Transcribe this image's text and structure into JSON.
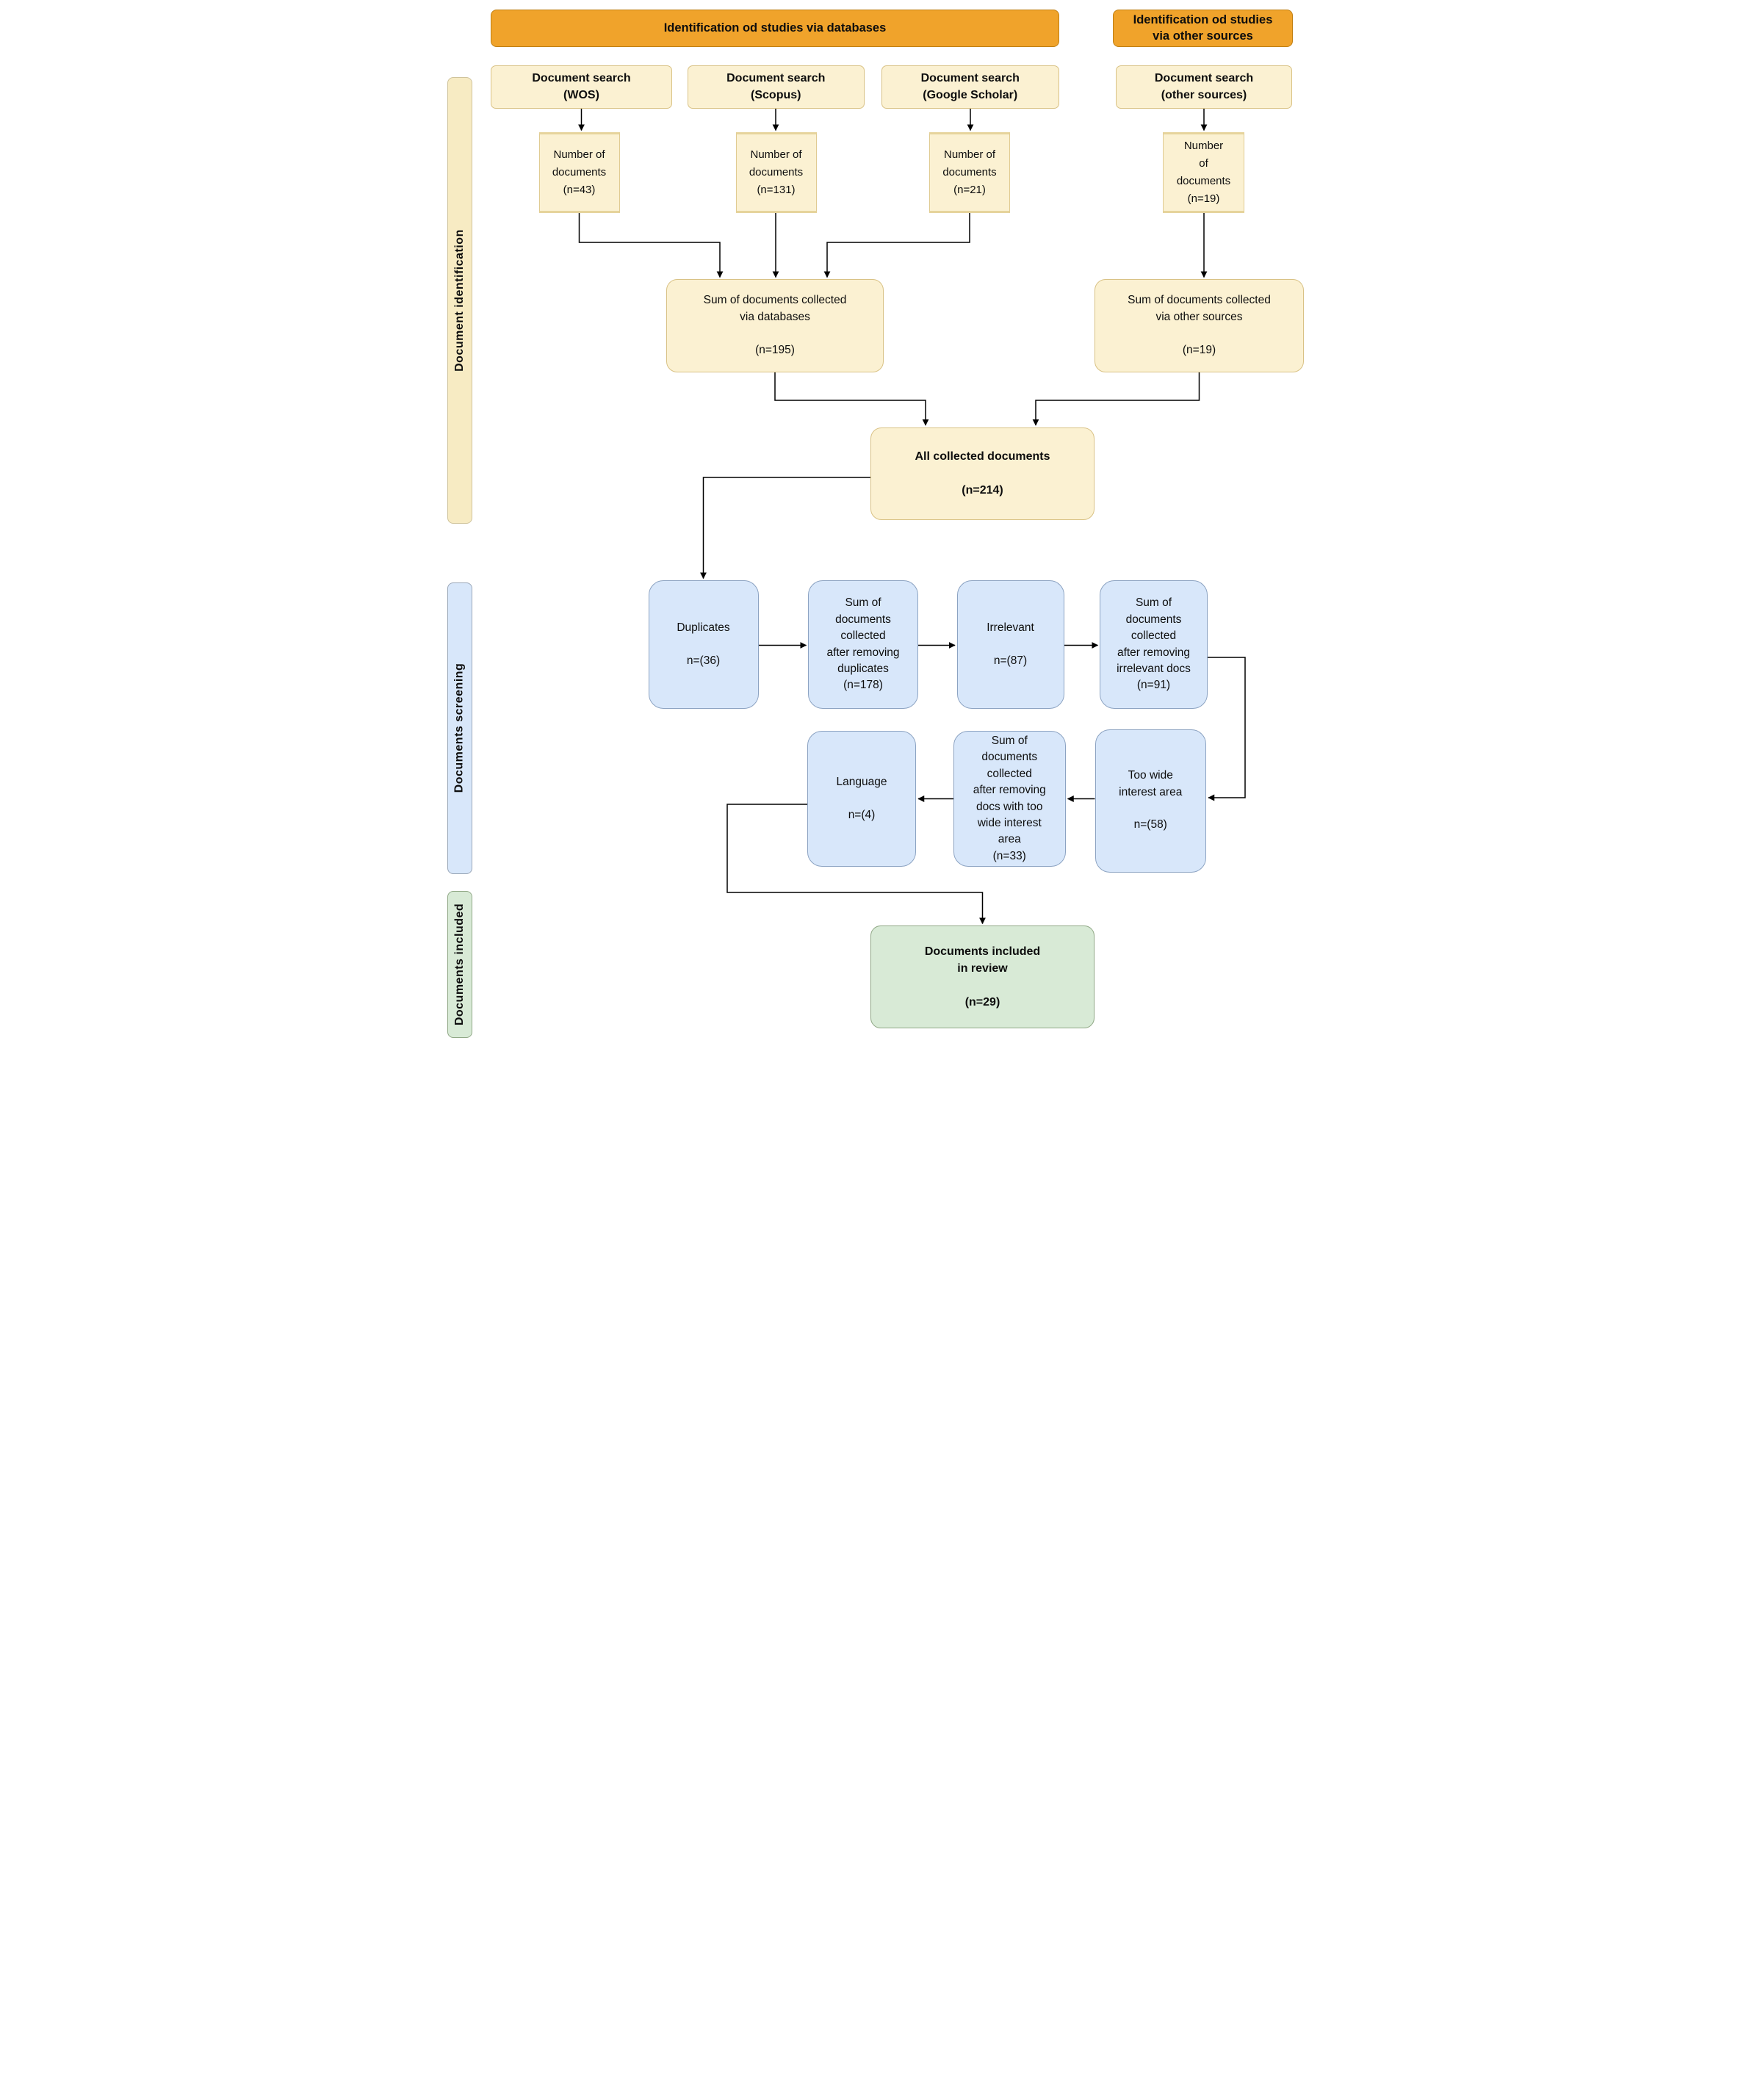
{
  "diagram_type": "flowchart",
  "colors": {
    "header_orange": "#F0A32B",
    "identification_cream": "#FBF1D2",
    "screening_blue": "#D8E7FA",
    "included_green": "#D8EAD6",
    "connector_black": "#000000"
  },
  "nodes": {
    "hdr_db": {
      "lines": [
        "Identification od studies via databases"
      ]
    },
    "hdr_os": {
      "lines": [
        "Identification od studies",
        "via other sources"
      ]
    },
    "ds_wos": {
      "lines": [
        "Document search",
        "(WOS)"
      ]
    },
    "ds_scopus": {
      "lines": [
        "Document search",
        "(Scopus)"
      ]
    },
    "ds_gs": {
      "lines": [
        "Document search",
        "(Google Scholar)"
      ]
    },
    "ds_os": {
      "lines": [
        "Document search",
        "(other sources)"
      ]
    },
    "nb_wos": {
      "lines": [
        "Number of",
        "documents",
        "(n=43)"
      ]
    },
    "nb_scopus": {
      "lines": [
        "Number of",
        "documents",
        "(n=131)"
      ]
    },
    "nb_gs": {
      "lines": [
        "Number of",
        "documents",
        "(n=21)"
      ]
    },
    "nb_os": {
      "lines": [
        "Number",
        "of",
        "documents",
        "(n=19)"
      ]
    },
    "sum_db": {
      "lines": [
        "Sum of documents collected",
        "via databases",
        "",
        "(n=195)"
      ]
    },
    "sum_os": {
      "lines": [
        "Sum of documents collected",
        "via other sources",
        "",
        "(n=19)"
      ]
    },
    "all_collected": {
      "lines": [
        "All collected documents",
        "",
        "(n=214)"
      ]
    },
    "duplicates": {
      "lines": [
        "Duplicates",
        "",
        "n=(36)"
      ]
    },
    "sum_dup": {
      "lines": [
        "Sum of",
        "documents",
        "collected",
        "after removing",
        "duplicates",
        "(n=178)"
      ]
    },
    "irrelevant": {
      "lines": [
        "Irrelevant",
        "",
        "n=(87)"
      ]
    },
    "sum_irr": {
      "lines": [
        "Sum of",
        "documents",
        "collected",
        "after removing",
        "irrelevant docs",
        "(n=91)"
      ]
    },
    "language": {
      "lines": [
        "Language",
        "",
        "n=(4)"
      ]
    },
    "sum_wide": {
      "lines": [
        "Sum of",
        "documents",
        "collected",
        "after removing",
        "docs with too",
        "wide interest",
        "area",
        "(n=33)"
      ]
    },
    "too_wide": {
      "lines": [
        "Too wide",
        "interest area",
        "",
        "n=(58)"
      ]
    },
    "included": {
      "lines": [
        "Documents included",
        "in review",
        "",
        "(n=29)"
      ]
    },
    "sb_ident": {
      "lines": [
        "Document identification"
      ]
    },
    "sb_screen": {
      "lines": [
        "Documents screening"
      ]
    },
    "sb_incl": {
      "lines": [
        "Documents included"
      ]
    }
  }
}
